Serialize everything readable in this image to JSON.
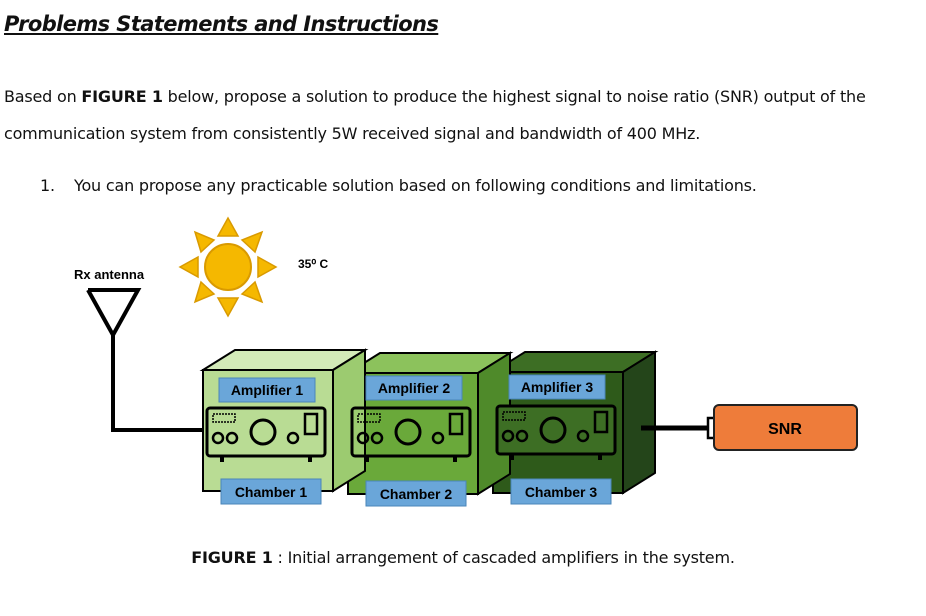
{
  "heading": "Problems Statements and Instructions",
  "intro": {
    "pre": "Based on ",
    "bold": "FIGURE 1",
    "post": " below, propose a solution to produce the highest signal to noise ratio (SNR) output of the communication system from consistently 5W received signal and bandwidth of 400 MHz."
  },
  "list": [
    {
      "number": "1.",
      "text": "You can propose any practicable solution based on following conditions and limitations."
    }
  ],
  "figure": {
    "antenna_label": "Rx antenna",
    "temperature": "35⁰ C",
    "amplifiers": [
      "Amplifier 1",
      "Amplifier 2",
      "Amplifier 3"
    ],
    "chambers": [
      "Chamber 1",
      "Chamber 2",
      "Chamber 3"
    ],
    "output_label": "SNR",
    "colors": {
      "chamber1": "#b9dc94",
      "chamber2": "#6aa93a",
      "chamber3": "#2e5a1a",
      "label_box": "#6aa6d9",
      "snr_box": "#ee7c3a",
      "sun": "#f5b800"
    }
  },
  "caption": {
    "bold": "FIGURE 1",
    "text": " : Initial arrangement of cascaded amplifiers in the system."
  }
}
